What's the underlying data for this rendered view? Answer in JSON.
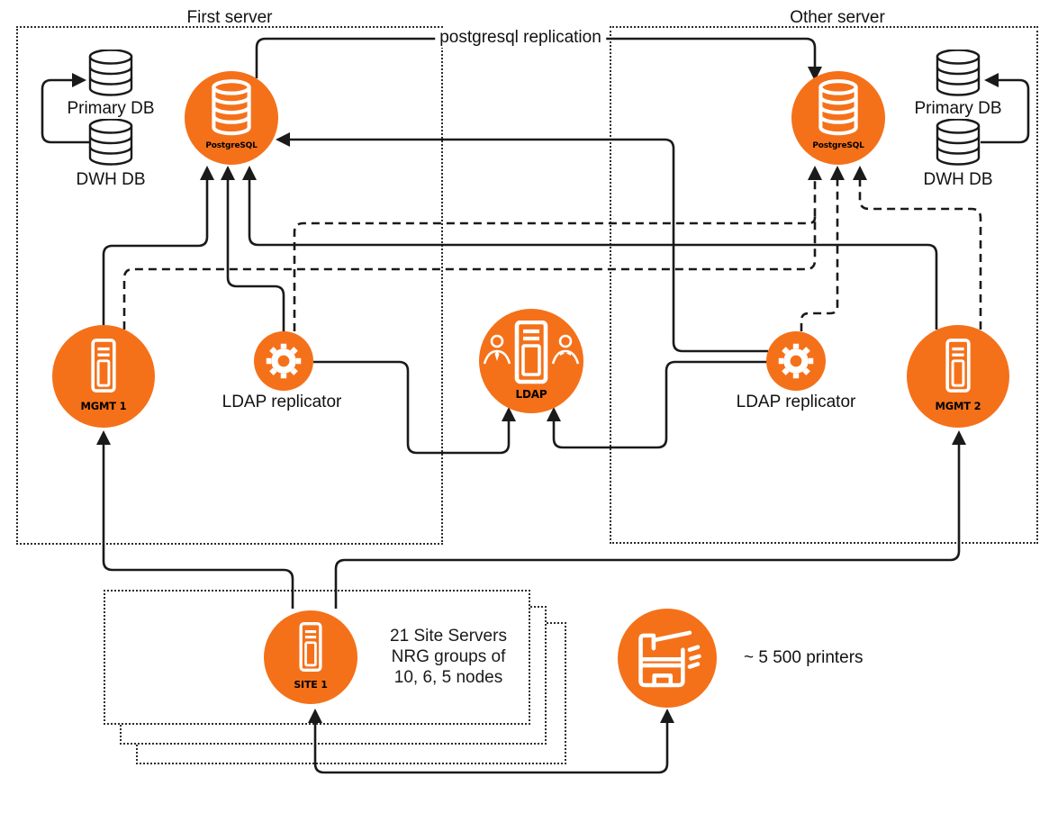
{
  "labels": {
    "first_server": "First server",
    "other_server": "Other server",
    "replication": "postgresql replication",
    "primary_db": "Primary DB",
    "dwh_db": "DWH DB",
    "postgres": "PostgreSQL",
    "mgmt1": "MGMT 1",
    "mgmt2": "MGMT 2",
    "ldap": "LDAP",
    "ldap_replicator": "LDAP replicator",
    "site1": "SITE 1",
    "site_note1": "21 Site Servers",
    "site_note2": "NRG groups of",
    "site_note3": "10, 6, 5 nodes",
    "printers": "~ 5 500 printers"
  },
  "icons": {
    "postgres": "database-icon",
    "db_cylinder": "database-cylinder-icon",
    "mgmt": "server-tower-icon",
    "ldap": "ldap-server-icon",
    "person": "person-icon",
    "replicator": "gear-icon",
    "site": "server-tower-icon",
    "printers": "printer-icon"
  },
  "colors": {
    "accent": "#F4711A",
    "line": "#1A1A1A"
  }
}
